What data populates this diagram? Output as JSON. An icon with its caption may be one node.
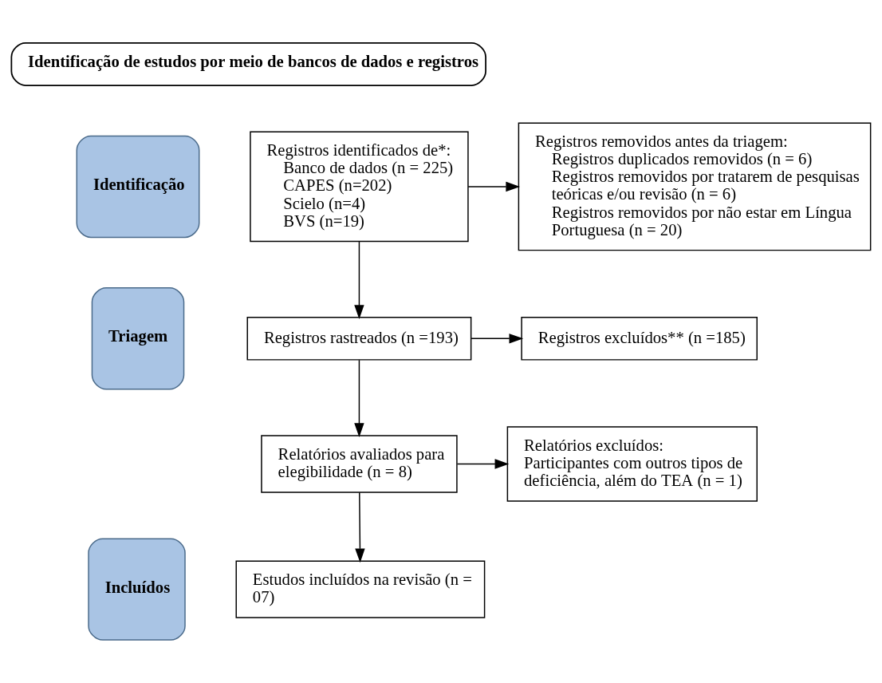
{
  "diagram": {
    "nodes": [
      {
        "text": [
          "Identificação de estudos por meio de bancos de dados e registros"
        ]
      },
      {
        "text": [
          "Identificação"
        ]
      },
      {
        "text": [
          "Registros identificados de*:",
          "Banco de dados (n = 225)",
          "CAPES (n=202)",
          "Scielo (n=4)",
          "BVS (n=19)"
        ]
      },
      {
        "text": [
          "Registros removidos antes da triagem:",
          "Registros duplicados removidos (n = 6)",
          "Registros removidos por tratarem de pesquisas teóricas e/ou revisão (n = 6)",
          "Registros removidos por não estar em Língua Portuguesa (n = 20)"
        ]
      },
      {
        "text": [
          "Triagem"
        ]
      },
      {
        "text": [
          "Registros rastreados (n =193)"
        ]
      },
      {
        "text": [
          "Registros excluídos** (n =185)"
        ]
      },
      {
        "text": [
          "Relatórios avaliados para elegibilidade (n = 8)"
        ]
      },
      {
        "text": [
          "Relatórios excluídos:",
          "Participantes com outros tipos de deficiência, além do TEA (n = 1)"
        ]
      },
      {
        "text": [
          "Incluídos"
        ]
      },
      {
        "text": [
          "Estudos incluídos na revisão (n = 07)"
        ]
      }
    ],
    "edges": [
      {
        "from": 2,
        "to": 3,
        "arrow": "to"
      },
      {
        "from": 2,
        "to": 5,
        "arrow": "to"
      },
      {
        "from": 5,
        "to": 6,
        "arrow": "to"
      },
      {
        "from": 5,
        "to": 7,
        "arrow": "to"
      },
      {
        "from": 7,
        "to": 8,
        "arrow": "to"
      },
      {
        "from": 7,
        "to": 10,
        "arrow": "to"
      }
    ]
  }
}
